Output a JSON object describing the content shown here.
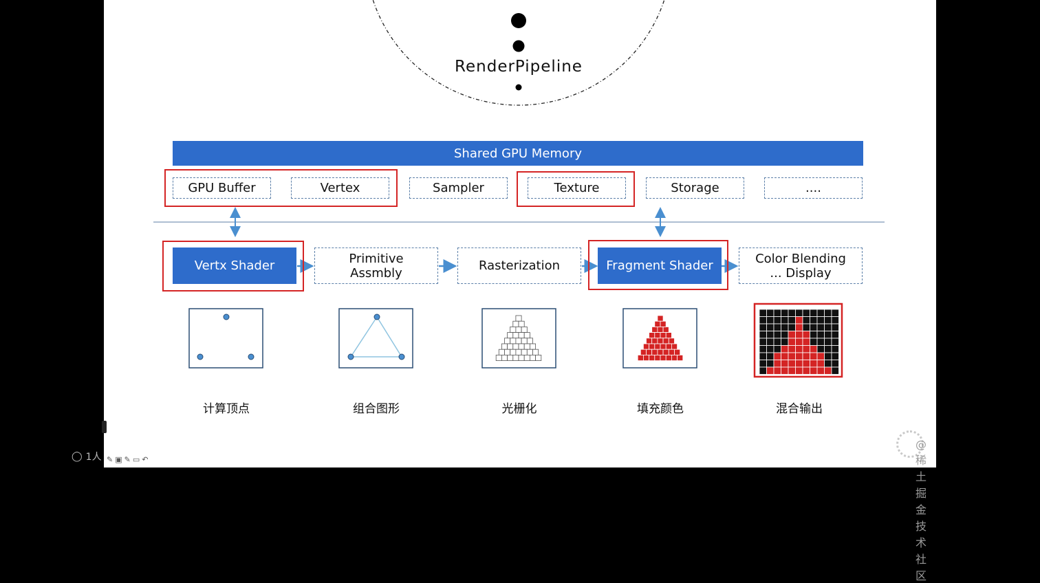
{
  "pipeline_title": "RenderPipeline",
  "memory": {
    "title": "Shared GPU Memory",
    "items": [
      "GPU Buffer",
      "Vertex",
      "Sampler",
      "Texture",
      "Storage",
      "...."
    ]
  },
  "stages": [
    {
      "line1": "Vertx Shader",
      "line2": ""
    },
    {
      "line1": "Primitive",
      "line2": "Assmbly"
    },
    {
      "line1": "Rasterization",
      "line2": ""
    },
    {
      "line1": "Fragment Shader",
      "line2": ""
    },
    {
      "line1": "Color Blending",
      "line2": "... Display"
    }
  ],
  "captions": [
    "计算顶点",
    "组合图形",
    "光栅化",
    "填充颜色",
    "混合输出"
  ],
  "footer": {
    "participants": "1人",
    "watermark": "@稀土掘金技术社区"
  },
  "colors": {
    "accent": "#2e6ccb",
    "highlight": "#d42424",
    "fill": "#d42424",
    "arrow": "#4a8fd0"
  }
}
